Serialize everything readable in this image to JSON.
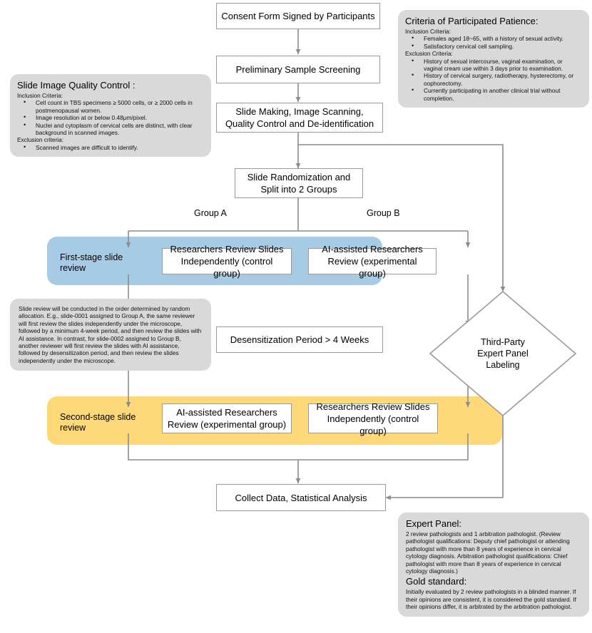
{
  "diagram": {
    "type": "flowchart",
    "title": "Cervical cytology AI-assisted review study workflow",
    "colors": {
      "node_border": "#9a9a9a",
      "node_fill": "#ffffff",
      "connector": "#8c8c8c",
      "note_fill": "#d9d9d9",
      "stage1_band": "#a8cbe5",
      "stage2_band": "#ffd978"
    }
  },
  "nodes": {
    "consent": "Consent Form Signed by Participants",
    "screening": "Preliminary Sample Screening",
    "slide_making": "Slide Making, Image Scanning,\nQuality Control and De-identification",
    "randomization": "Slide Randomization and\nSplit into 2 Groups",
    "stage1_group_a": "Researchers Review Slides\nIndependently (control group)",
    "stage1_group_b": "AI-assisted Researchers\nReview (experimental group)",
    "desensitization": "Desensitization Period > 4 Weeks",
    "stage2_group_a": "AI-assisted Researchers\nReview (experimental group)",
    "stage2_group_b": "Researchers Review Slides\nIndependently (control group)",
    "collect": "Collect Data, Statistical Analysis",
    "expert_panel_diamond": "Third-Party\nExpert Panel\nLabeling"
  },
  "bands": {
    "stage1_label": "First-stage slide\nreview",
    "stage2_label": "Second-stage slide\nreview"
  },
  "edge_labels": {
    "group_a": "Group A",
    "group_b": "Group B"
  },
  "notes": {
    "quality_control": {
      "title": "Slide Image Quality Control :",
      "inclusion_heading": "Inclusion Criteria:",
      "inclusion_items": [
        "Cell count in TBS specimens ≥ 5000 cells, or ≥ 2000 cells in postmenopausal women.",
        "Image resolution at or below 0.48μm/pixel.",
        "Nuclei and cytoplasm of cervical cells are distinct, with clear background in scanned images."
      ],
      "exclusion_heading": "Exclusion criteria:",
      "exclusion_items": [
        "Scanned images are difficult to identify."
      ]
    },
    "criteria_patience": {
      "title": "Criteria of Participated Patience:",
      "inclusion_heading": "Inclusion Criteria:",
      "inclusion_items": [
        "Females aged 18~65, with a history of sexual activity.",
        "Satisfactory cervical cell sampling."
      ],
      "exclusion_heading": "Exclusion Criteria:",
      "exclusion_items": [
        "History of sexual intercourse, vaginal examination, or vaginal cream use within 3 days prior to examination.",
        "History of cervical surgery, radiotherapy, hysterectomy, or oophorectomy.",
        "Currently participating in another clinical trial without completion."
      ]
    },
    "review_order": {
      "text": "Slide review will be conducted in the order determined by random allocation. E.g., slide-0001 assigned to Group A, the same reviewer will first review the slides independently under the microscope, followed by a minimum 4-week period, and then review the slides with AI assistance. In contrast, for slide-0002 assigned to Group B, another reviewer will first review the slides with AI assistance, followed by desensitization period, and then review the slides independently under the microscope."
    },
    "expert_panel": {
      "title": "Expert Panel:",
      "body": "2 review pathologists and 1 arbitration pathologist. (Review pathologist qualifications: Deputy chief pathologist or attending pathologist with more than 8 years of experience in cervical cytology diagnosis. Arbitration pathologist qualifications: Chief pathologist with more than 8 years of experience in cervical cytology diagnosis.)",
      "gold_title": "Gold standard:",
      "gold_body": "Initially evaluated by 2 review pathologists in a blinded manner. If their opinions are consistent, it is considered the gold standard. If their opinions differ, it is arbitrated by the arbitration pathologist."
    }
  }
}
